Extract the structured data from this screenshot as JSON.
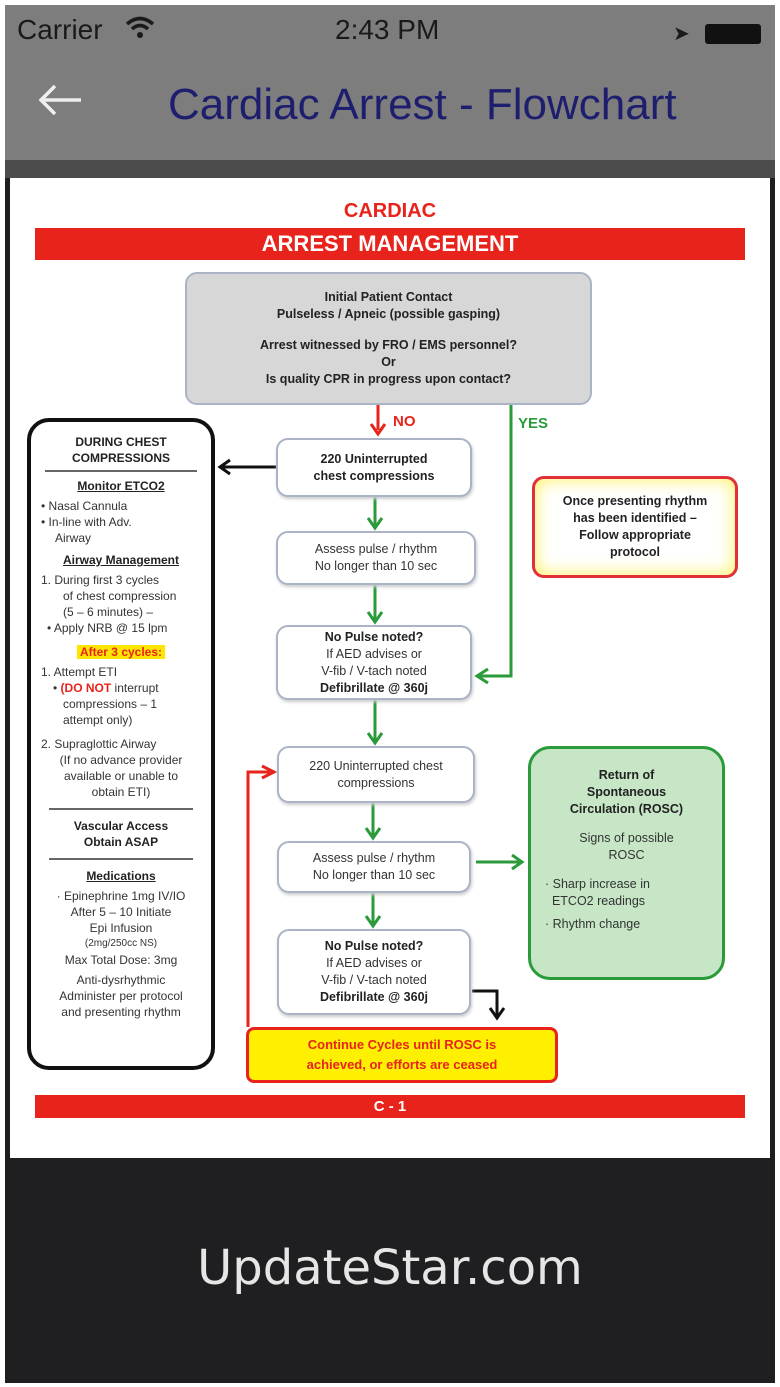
{
  "status_bar": {
    "carrier": "Carrier",
    "time": "2:43 PM"
  },
  "nav": {
    "back_icon": "arrow-left-icon",
    "title": "Cardiac Arrest - Flowchart"
  },
  "colors": {
    "red": "#e8231b",
    "green": "#2a9a3a",
    "title": "#1e1e6e"
  },
  "doc": {
    "title_top": "CARDIAC",
    "title_bar": "ARREST MANAGEMENT",
    "initial": {
      "l1": "Initial Patient Contact",
      "l2": "Pulseless / Apneic (possible gasping)",
      "l3": "Arrest witnessed by FRO / EMS personnel?",
      "l4": "Or",
      "l5": "Is quality CPR in progress upon contact?"
    },
    "no_label": "NO",
    "yes_label": "YES",
    "box1": {
      "l1": "220 Uninterrupted",
      "l2": "chest compressions"
    },
    "box2": {
      "l1": "Assess pulse / rhythm",
      "l2": "No longer than 10 sec"
    },
    "box3": {
      "l1": "No Pulse noted?",
      "l2": "If AED advises or",
      "l3": "V-fib / V-tach noted",
      "l4": "Defibrillate @ 360j"
    },
    "box4": {
      "l1": "220 Uninterrupted chest",
      "l2": "compressions"
    },
    "box5": {
      "l1": "Assess pulse / rhythm",
      "l2": "No longer than 10 sec"
    },
    "box6": {
      "l1": "No Pulse noted?",
      "l2": "If AED advises or",
      "l3": "V-fib / V-tach noted",
      "l4": "Defibrillate @ 360j"
    },
    "continue": {
      "l1": "Continue Cycles until ROSC is",
      "l2": "achieved, or efforts are ceased"
    },
    "rhythm": {
      "l1": "Once presenting rhythm",
      "l2": "has been identified –",
      "l3": "Follow appropriate",
      "l4": "protocol"
    },
    "rosc": {
      "t1": "Return of",
      "t2": "Spontaneous",
      "t3": "Circulation (ROSC)",
      "s1": "Signs of possible",
      "s2": "ROSC",
      "b1a": "Sharp increase in",
      "b1b": "ETCO2 readings",
      "b2": "Rhythm change"
    },
    "left": {
      "h1": "DURING CHEST",
      "h2": "COMPRESSIONS",
      "monitor": "Monitor ETCO2",
      "m1": "• Nasal Cannula",
      "m2": "• In-line with Adv.",
      "m3": "Airway",
      "airway": "Airway Management",
      "a1": "1.  During first 3 cycles",
      "a2": "of chest compression",
      "a3": "(5 – 6 minutes) –",
      "a4": "• Apply NRB @ 15 lpm",
      "after": "After 3 cycles:",
      "e1": "1. Attempt ETI",
      "e2a": "(DO NOT",
      "e2b": " interrupt",
      "e3": "compressions – 1",
      "e4": "attempt only)",
      "s1": "2. Supraglottic Airway",
      "s2": "(If no advance provider",
      "s3": "available or unable to",
      "s4": "obtain ETI)",
      "v1": "Vascular Access",
      "v2": "Obtain ASAP",
      "meds": "Medications",
      "d1": "· Epinephrine 1mg IV/IO",
      "d2": "After 5 – 10 Initiate",
      "d3": "Epi Infusion",
      "d4": "(2mg/250cc NS)",
      "d5": "Max Total Dose: 3mg",
      "d6": "Anti-dysrhythmic",
      "d7": "Administer per protocol",
      "d8": "and presenting rhythm"
    },
    "footer": "C - 1"
  },
  "watermark": "UpdateStar.com"
}
